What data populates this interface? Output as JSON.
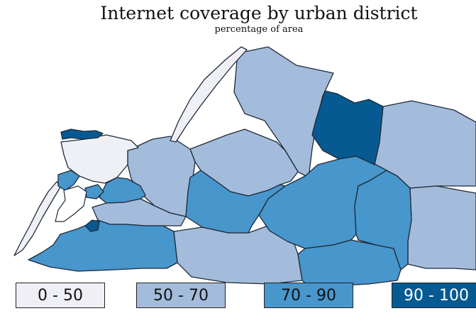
{
  "map": {
    "title": "Internet coverage by urban district",
    "subtitle": "percentage of area",
    "colors": {
      "c0_50": "#efeff6",
      "c50_70": "#a4bcdb",
      "c70_90": "#4796cc",
      "c90_100": "#075a91",
      "border": "#1e2a38"
    }
  },
  "legend": [
    {
      "label": "0 - 50",
      "color": "#efeff6"
    },
    {
      "label": "50 - 70",
      "color": "#a4bcdb"
    },
    {
      "label": "70 - 90",
      "color": "#4796cc"
    },
    {
      "label": "90 - 100",
      "color": "#075a91"
    }
  ]
}
